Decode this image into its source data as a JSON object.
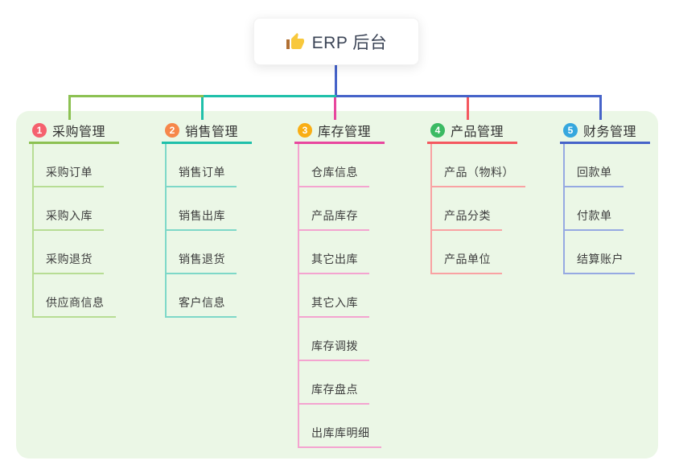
{
  "page": {
    "background": "#ffffff",
    "canvas_background": "#ebf7e6"
  },
  "root": {
    "title": "ERP 后台",
    "icon": "thumbs-up-icon",
    "connector_color": "#4663c9"
  },
  "branches": [
    {
      "key": "purchase-management",
      "badge": "1",
      "badge_color": "#f5616e",
      "accent": "#8cc152",
      "light_color": "#b7dd94",
      "title": "采购管理",
      "items": [
        "采购订单",
        "采购入库",
        "采购退货",
        "供应商信息"
      ]
    },
    {
      "key": "sales-management",
      "badge": "2",
      "badge_color": "#f6874b",
      "accent": "#1fc0aa",
      "light_color": "#7ed8c8",
      "title": "销售管理",
      "items": [
        "销售订单",
        "销售出库",
        "销售退货",
        "客户信息"
      ]
    },
    {
      "key": "inventory-management",
      "badge": "3",
      "badge_color": "#f9ae14",
      "accent": "#e8479e",
      "light_color": "#f4a4d0",
      "title": "库存管理",
      "items": [
        "仓库信息",
        "产品库存",
        "其它出库",
        "其它入库",
        "库存调拨",
        "库存盘点",
        "出库库明细"
      ]
    },
    {
      "key": "product-management",
      "badge": "4",
      "badge_color": "#3bba63",
      "accent": "#f4585f",
      "light_color": "#f9a2a3",
      "title": "产品管理",
      "items": [
        "产品（物料）",
        "产品分类",
        "产品单位"
      ]
    },
    {
      "key": "finance-management",
      "badge": "5",
      "badge_color": "#36a7de",
      "accent": "#4663c9",
      "light_color": "#96a9e2",
      "title": "财务管理",
      "items": [
        "回款单",
        "付款单",
        "结算账户"
      ]
    }
  ]
}
